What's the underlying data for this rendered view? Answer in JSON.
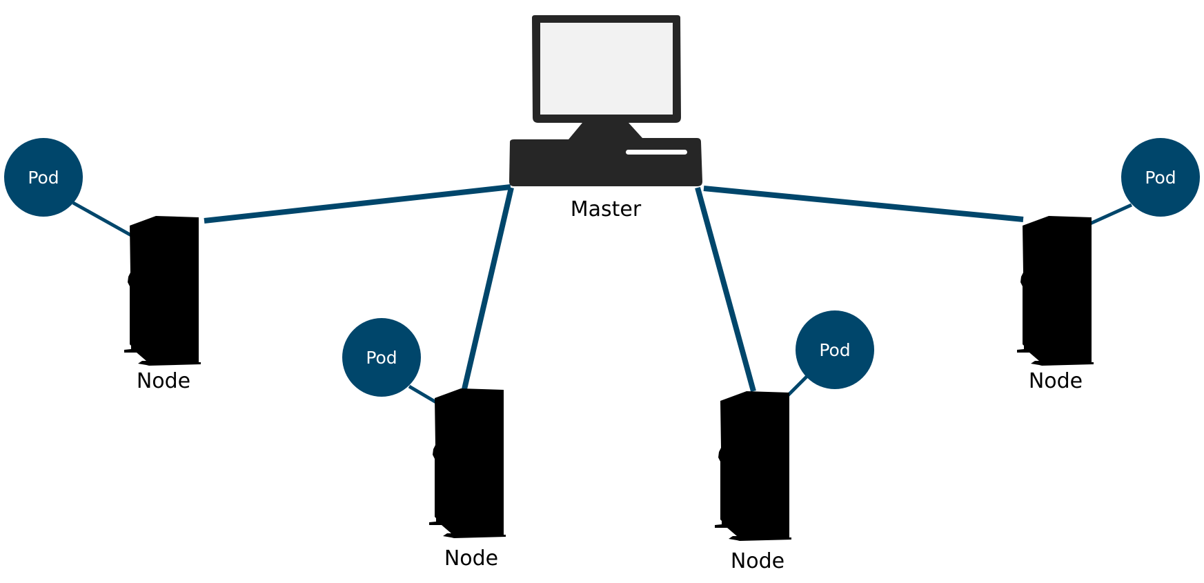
{
  "diagram": {
    "master": {
      "label": "Master"
    },
    "nodes": [
      {
        "id": "node-1",
        "label": "Node",
        "pod": "Pod"
      },
      {
        "id": "node-2",
        "label": "Node",
        "pod": "Pod"
      },
      {
        "id": "node-3",
        "label": "Node",
        "pod": "Pod"
      },
      {
        "id": "node-4",
        "label": "Node",
        "pod": "Pod"
      }
    ]
  },
  "colors": {
    "connector": "#00466b",
    "pod_fill": "#00466b",
    "pod_text": "#ffffff",
    "server": "#000000",
    "monitor_frame": "#262626",
    "monitor_screen": "#f2f2f2"
  }
}
